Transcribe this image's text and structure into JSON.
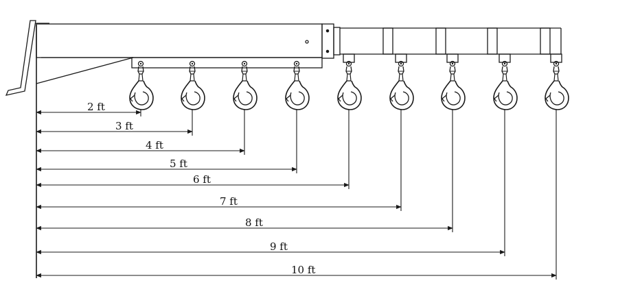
{
  "diagram": {
    "subject": "jib boom with hook positions",
    "stroke_color": "#1a1a1a",
    "background": "#ffffff",
    "icon": "crane-hook-icon",
    "hooks": [
      {
        "label": "2 ft"
      },
      {
        "label": "3 ft"
      },
      {
        "label": "4 ft"
      },
      {
        "label": "5 ft"
      },
      {
        "label": "6 ft"
      },
      {
        "label": "7 ft"
      },
      {
        "label": "8 ft"
      },
      {
        "label": "9 ft"
      },
      {
        "label": "10 ft"
      }
    ]
  }
}
